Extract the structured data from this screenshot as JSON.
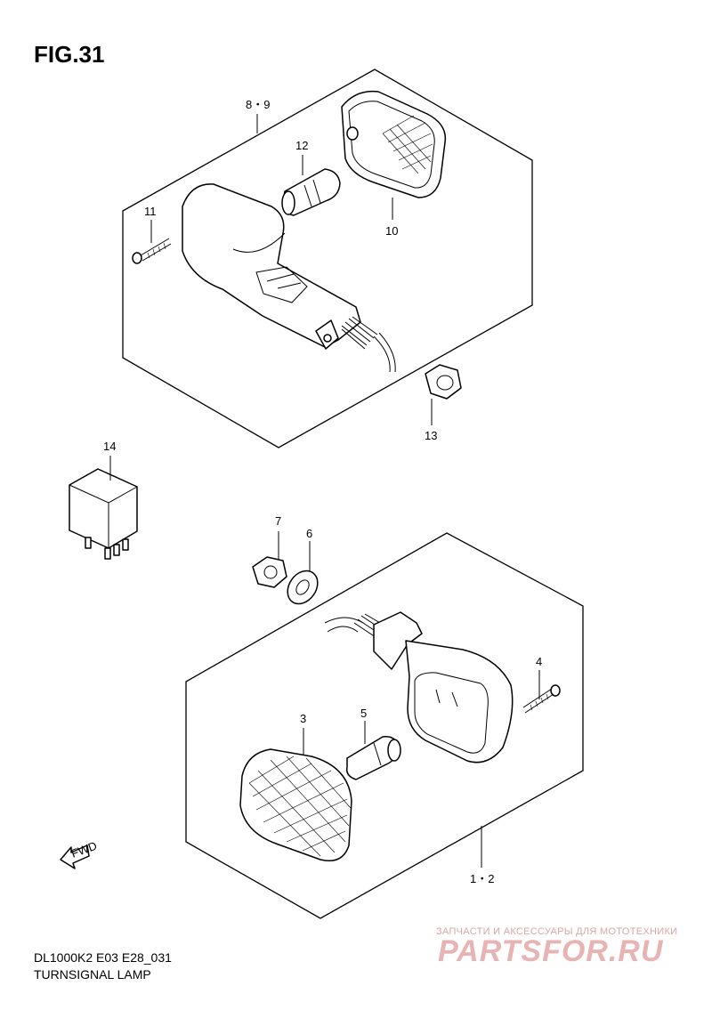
{
  "figure": {
    "title": "FIG.31"
  },
  "footer": {
    "code": "DL1000K2 E03 E28_031",
    "name": "TURNSIGNAL LAMP"
  },
  "watermark": {
    "tagline": "ЗАПЧАСТИ И АКСЕССУАРЫ ДЛЯ МОТОТЕХНИКИ",
    "logo": "PARTSFOR.RU"
  },
  "fwd_label": "FWD",
  "callouts": {
    "c89": "8・9",
    "c12": "12",
    "c11": "11",
    "c10": "10",
    "c13": "13",
    "c14": "14",
    "c7": "7",
    "c6": "6",
    "c4": "4",
    "c3": "3",
    "c5": "5",
    "c12b": "1・2"
  }
}
